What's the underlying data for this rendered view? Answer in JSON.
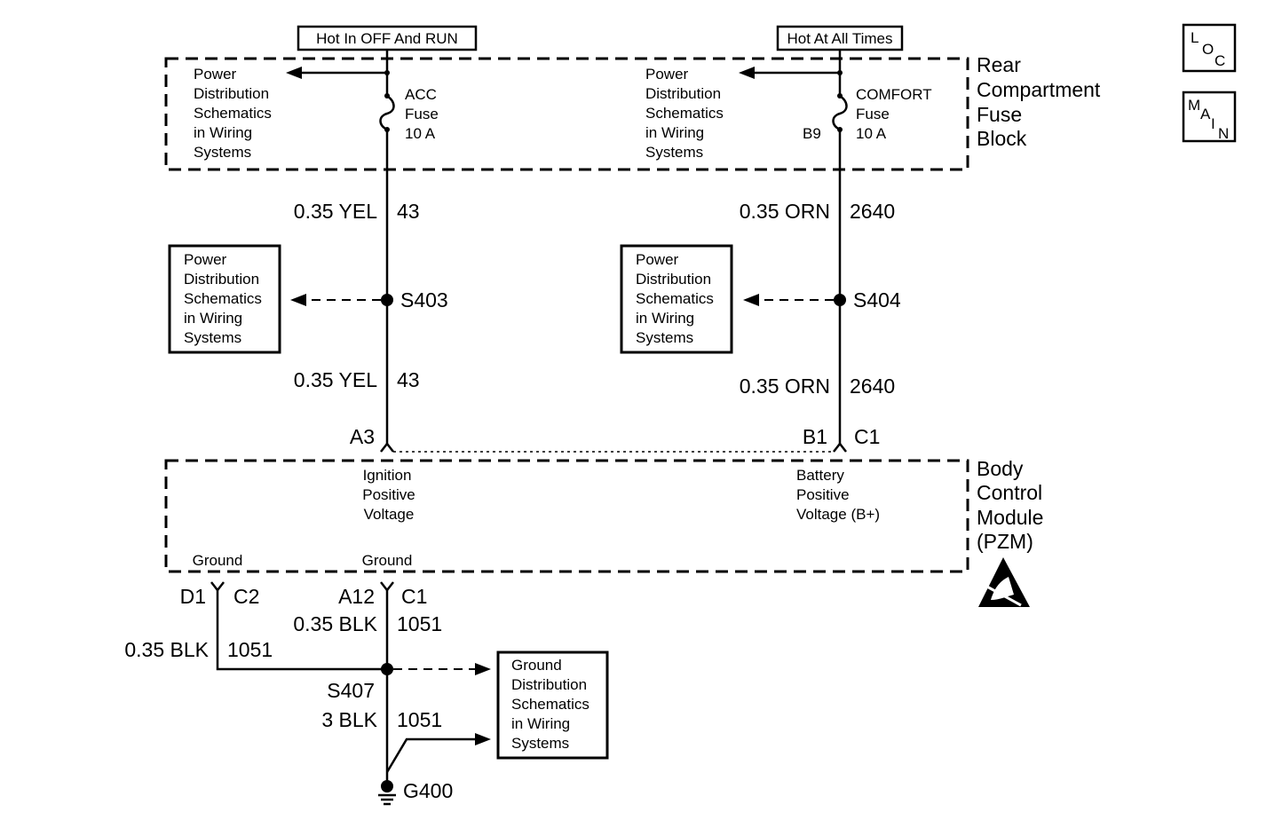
{
  "fuse_block": {
    "label_lines": [
      "Rear",
      "Compartment",
      "Fuse",
      "Block"
    ],
    "left_source": "Hot In OFF And RUN",
    "right_source": "Hot At All Times",
    "left_ref_lines": [
      "Power",
      "Distribution",
      "Schematics",
      "in Wiring",
      "Systems"
    ],
    "right_ref_lines": [
      "Power",
      "Distribution",
      "Schematics",
      "in Wiring",
      "Systems"
    ],
    "left_fuse_lines": [
      "ACC",
      "Fuse",
      "10 A"
    ],
    "right_fuse_lines": [
      "COMFORT",
      "Fuse",
      "10 A"
    ],
    "right_fuse_pin": "B9"
  },
  "left_circuit": {
    "wire_upper": "0.35 YEL",
    "circuit_upper": "43",
    "splice": "S403",
    "ref_lines": [
      "Power",
      "Distribution",
      "Schematics",
      "in Wiring",
      "Systems"
    ],
    "wire_lower": "0.35 YEL",
    "circuit_lower": "43",
    "pin": "A3"
  },
  "right_circuit": {
    "wire_upper": "0.35 ORN",
    "circuit_upper": "2640",
    "splice": "S404",
    "ref_lines": [
      "Power",
      "Distribution",
      "Schematics",
      "in Wiring",
      "Systems"
    ],
    "wire_lower": "0.35 ORN",
    "circuit_lower": "2640",
    "pin_left": "B1",
    "pin_right": "C1"
  },
  "bcm": {
    "label_lines": [
      "Body",
      "Control",
      "Module",
      "(PZM)"
    ],
    "ignition_lines": [
      "Ignition",
      "Positive",
      "Voltage"
    ],
    "battery_lines": [
      "Battery",
      "Positive",
      "Voltage (B+)"
    ],
    "ground_left": "Ground",
    "ground_right": "Ground"
  },
  "ground_circuit": {
    "pin_d1": "D1",
    "pin_c2": "C2",
    "pin_a12": "A12",
    "pin_c1": "C1",
    "wire_right": "0.35 BLK",
    "circuit_right": "1051",
    "wire_left": "0.35 BLK",
    "circuit_left": "1051",
    "splice": "S407",
    "wire_main": "3 BLK",
    "circuit_main": "1051",
    "ground": "G400",
    "ref_lines": [
      "Ground",
      "Distribution",
      "Schematics",
      "in Wiring",
      "Systems"
    ]
  },
  "nav": {
    "loc": [
      "L",
      "O",
      "C"
    ],
    "main": [
      "M",
      "A",
      "I",
      "N"
    ]
  }
}
